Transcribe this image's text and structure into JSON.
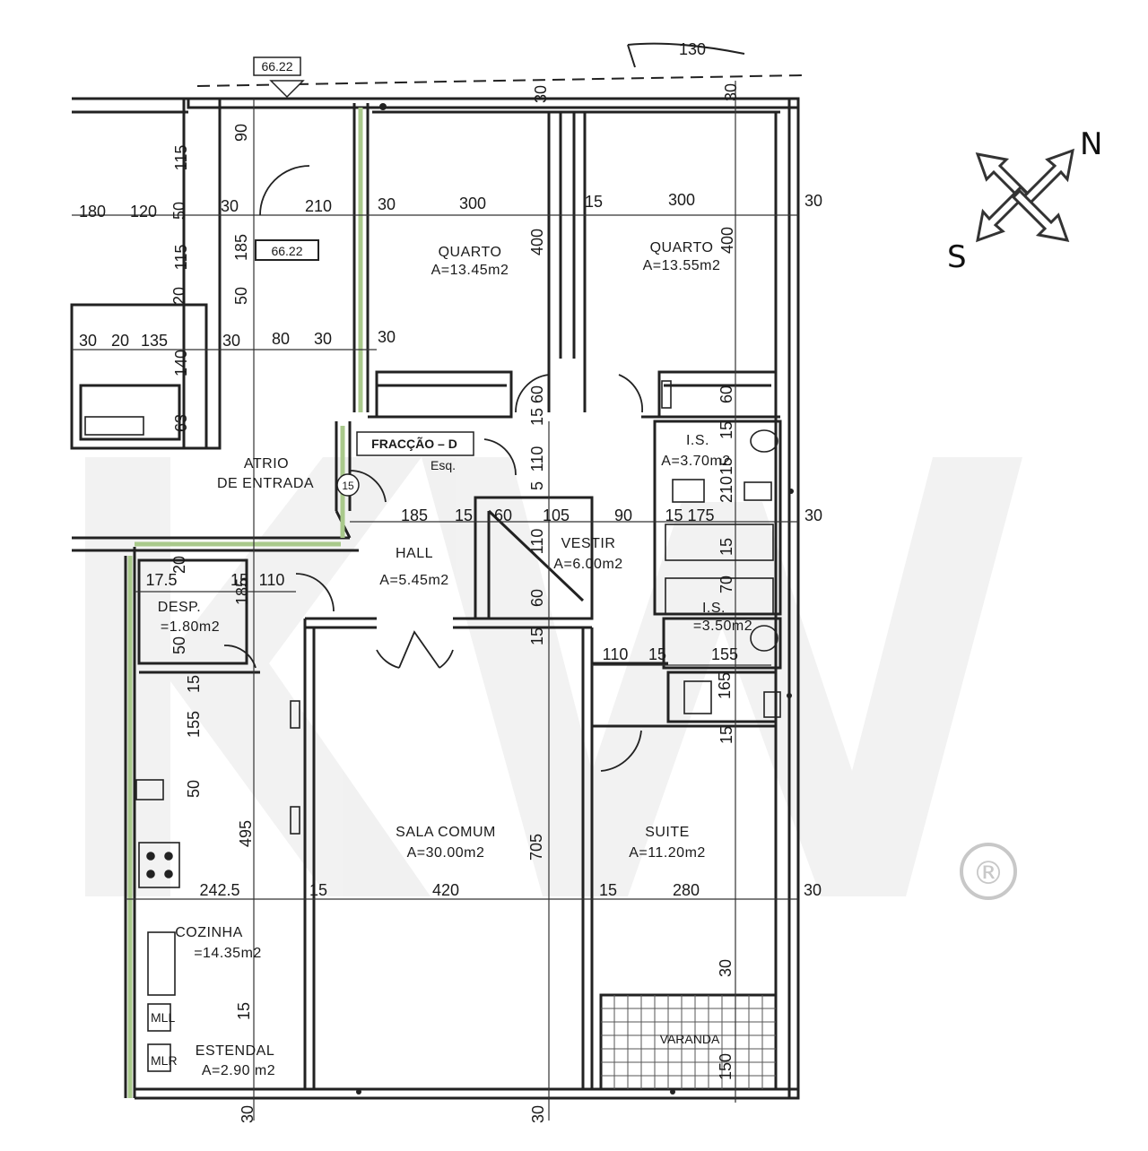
{
  "compass": {
    "north": "N",
    "south": "S"
  },
  "watermark": {
    "letters": "KW",
    "mark": "®"
  },
  "stamp": {
    "top": "66.22",
    "mid": "66.22"
  },
  "fraction": {
    "title": "FRACÇÃO – D",
    "side": "Esq.",
    "door_no": "15"
  },
  "rooms": {
    "quarto1": {
      "name": "QUARTO",
      "area": "A=13.45m2"
    },
    "quarto2": {
      "name": "QUARTO",
      "area": "A=13.55m2"
    },
    "atrio": {
      "line1": "ATRIO",
      "line2": "DE ENTRADA"
    },
    "hall": {
      "name": "HALL",
      "area": "A=5.45m2"
    },
    "vestir": {
      "name": "VESTIR",
      "area": "A=6.00m2"
    },
    "is1": {
      "name": "I.S.",
      "area": "A=3.70m2"
    },
    "is2": {
      "name": "I.S.",
      "area": "=3.50m2"
    },
    "desp": {
      "name": "DESP.",
      "area": "=1.80m2"
    },
    "sala": {
      "name": "SALA COMUM",
      "area": "A=30.00m2"
    },
    "suite": {
      "name": "SUITE",
      "area": "A=11.20m2"
    },
    "cozinha": {
      "name": "COZINHA",
      "area": "=14.35m2"
    },
    "estendal": {
      "name": "ESTENDAL",
      "area": "A=2.90 m2"
    },
    "varanda": {
      "name": "VARANDA"
    },
    "mll": {
      "name": "MLL"
    },
    "mlr": {
      "name": "MLR"
    }
  },
  "dims": {
    "top130": "130",
    "d90": "90",
    "d115a": "115",
    "d115b": "115",
    "d180": "180",
    "d120": "120",
    "d50a": "50",
    "d30a": "30",
    "d210a": "210",
    "d30b": "30",
    "d300a": "300",
    "d15a": "15",
    "d300b": "300",
    "d30c": "30",
    "d185a": "185",
    "d20a": "20",
    "d50b": "50",
    "d400a": "400",
    "d400b": "400",
    "d30d": "30",
    "d20b": "20",
    "d135": "135",
    "d140": "140",
    "d30e": "30",
    "d80": "80",
    "d30f": "30",
    "d30g": "30",
    "d63": "63",
    "d60a": "60",
    "d15b": "15",
    "d60b": "60",
    "d110a": "110",
    "d15c": "15",
    "d15d": "15",
    "d210b": "210",
    "d5": "5",
    "d185b": "185",
    "d15e": "15",
    "d60c": "60",
    "d105": "105",
    "d90b": "90",
    "d15175": "15 175",
    "d30h": "30",
    "d110b": "110",
    "d17_5": "17.5",
    "d15f": "15",
    "d110c": "110",
    "d185c": "185",
    "d20c": "20",
    "d15g": "15",
    "d70": "70",
    "d60d": "60",
    "d50c": "50",
    "d15h": "15",
    "d110d": "110",
    "d15i": "15",
    "d155a": "155",
    "d15j": "15",
    "d155b": "155",
    "d165": "165",
    "d15k": "15",
    "d50d": "50",
    "d495": "495",
    "d705": "705",
    "d242_5": "242.5",
    "d15l": "15",
    "d420": "420",
    "d15m": "15",
    "d280": "280",
    "d30i": "30",
    "d30j": "30",
    "d15n": "15",
    "d150": "150",
    "d30k": "30",
    "d30l": "30",
    "d30top1": "30",
    "d30top2": "30"
  }
}
